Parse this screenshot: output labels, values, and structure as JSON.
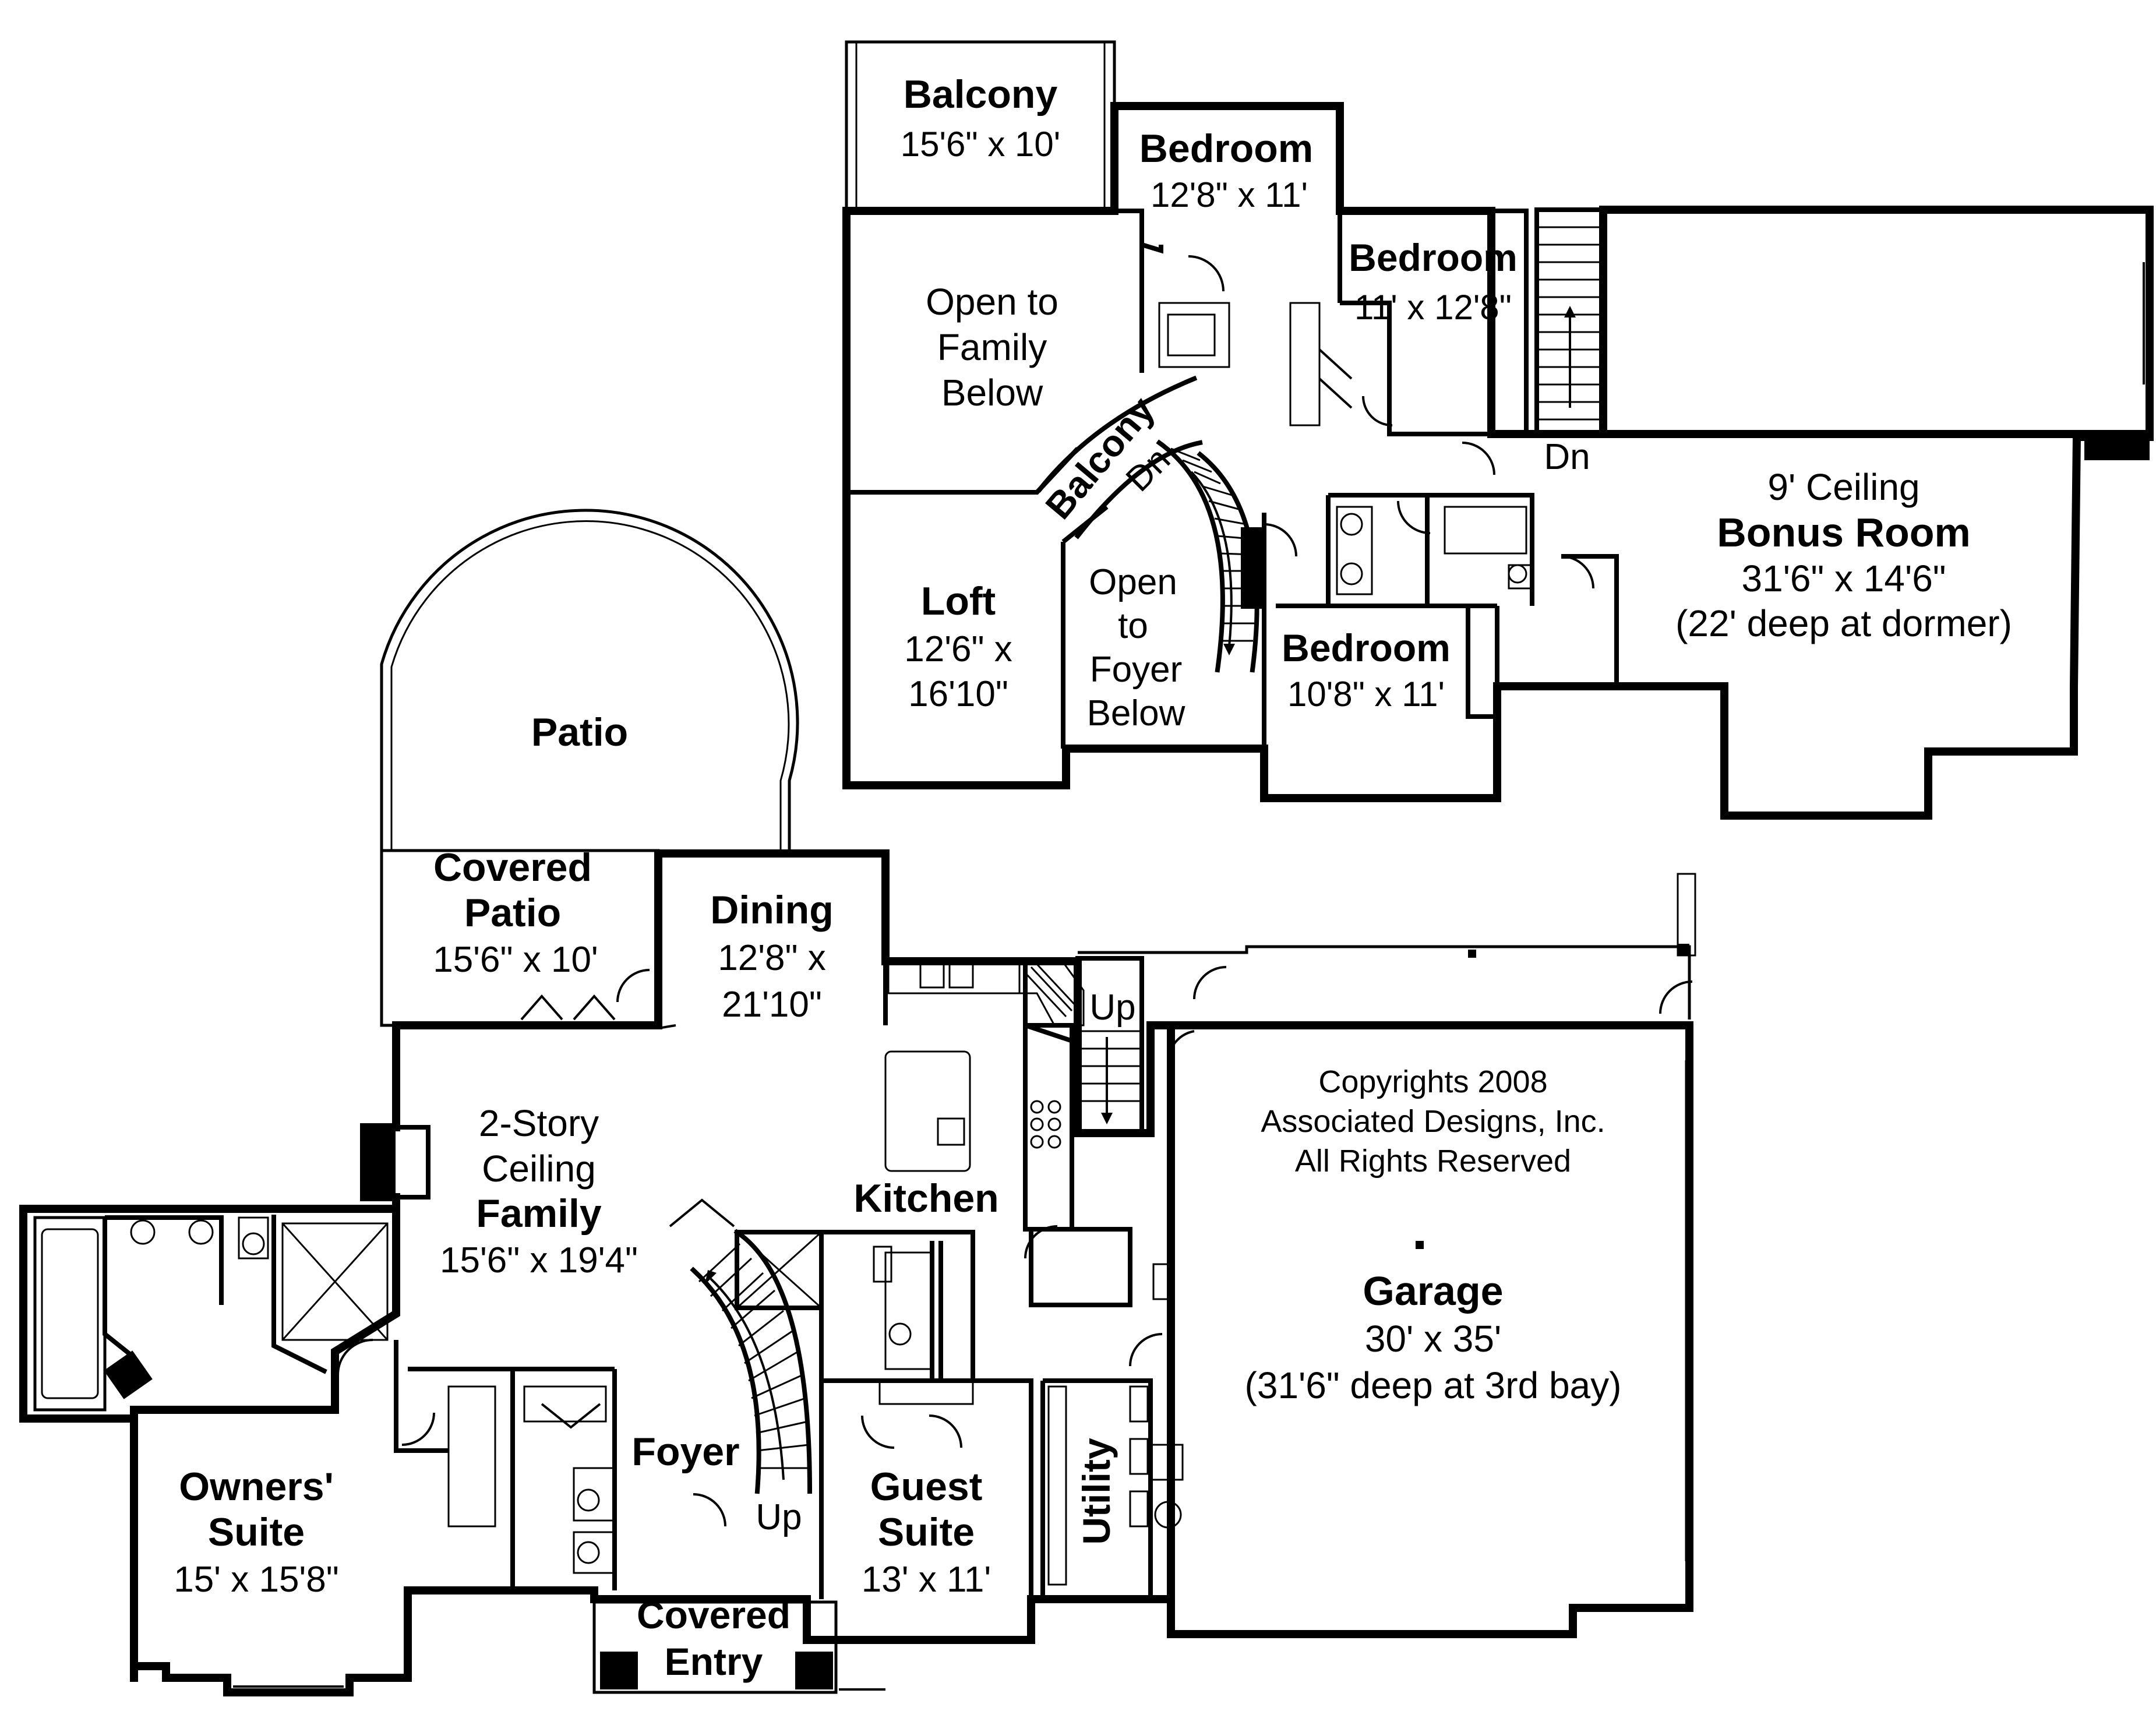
{
  "copyright": {
    "line1": "Copyrights 2008",
    "line2": "Associated Designs, Inc.",
    "line3": "All Rights Reserved"
  },
  "upper_floor": {
    "balcony_top": {
      "name": "Balcony",
      "size": "15'6\" x 10'"
    },
    "bedroom_1": {
      "name": "Bedroom",
      "size": "12'8\" x 11'"
    },
    "bedroom_2": {
      "name": "Bedroom",
      "size": "11' x 12'8\""
    },
    "open_family": {
      "line1": "Open to",
      "line2": "Family",
      "line3": "Below"
    },
    "balcony_curved": {
      "name": "Balcony"
    },
    "stair_dn_1": "Dn",
    "stair_dn_2": "Dn",
    "loft": {
      "name": "Loft",
      "size1": "12'6\" x",
      "size2": "16'10\""
    },
    "open_foyer": {
      "line1": "Open",
      "line2": "to",
      "line3": "Foyer",
      "line4": "Below"
    },
    "bedroom_3": {
      "name": "Bedroom",
      "size": "10'8\" x 11'"
    },
    "bonus_room": {
      "note": "9' Ceiling",
      "name": "Bonus Room",
      "size": "31'6\" x 14'6\"",
      "note2": "(22' deep at dormer)"
    }
  },
  "main_floor": {
    "patio": {
      "name": "Patio"
    },
    "covered_patio": {
      "line1": "Covered",
      "line2": "Patio",
      "size": "15'6\" x 10'"
    },
    "dining": {
      "name": "Dining",
      "size1": "12'8\" x",
      "size2": "21'10\""
    },
    "family": {
      "line1": "2-Story",
      "line2": "Ceiling",
      "name": "Family",
      "size": "15'6\" x 19'4\""
    },
    "kitchen": {
      "name": "Kitchen"
    },
    "stair_up_garage": "Up",
    "garage": {
      "name": "Garage",
      "size": "30' x 35'",
      "note": "(31'6\" deep at 3rd bay)"
    },
    "owners_suite": {
      "line1": "Owners'",
      "line2": "Suite",
      "size": "15' x 15'8\""
    },
    "foyer": {
      "name": "Foyer",
      "stair_up": "Up"
    },
    "guest_suite": {
      "line1": "Guest",
      "line2": "Suite",
      "size": "13' x 11'"
    },
    "utility": {
      "name": "Utility"
    },
    "covered_entry": {
      "line1": "Covered",
      "line2": "Entry"
    }
  }
}
